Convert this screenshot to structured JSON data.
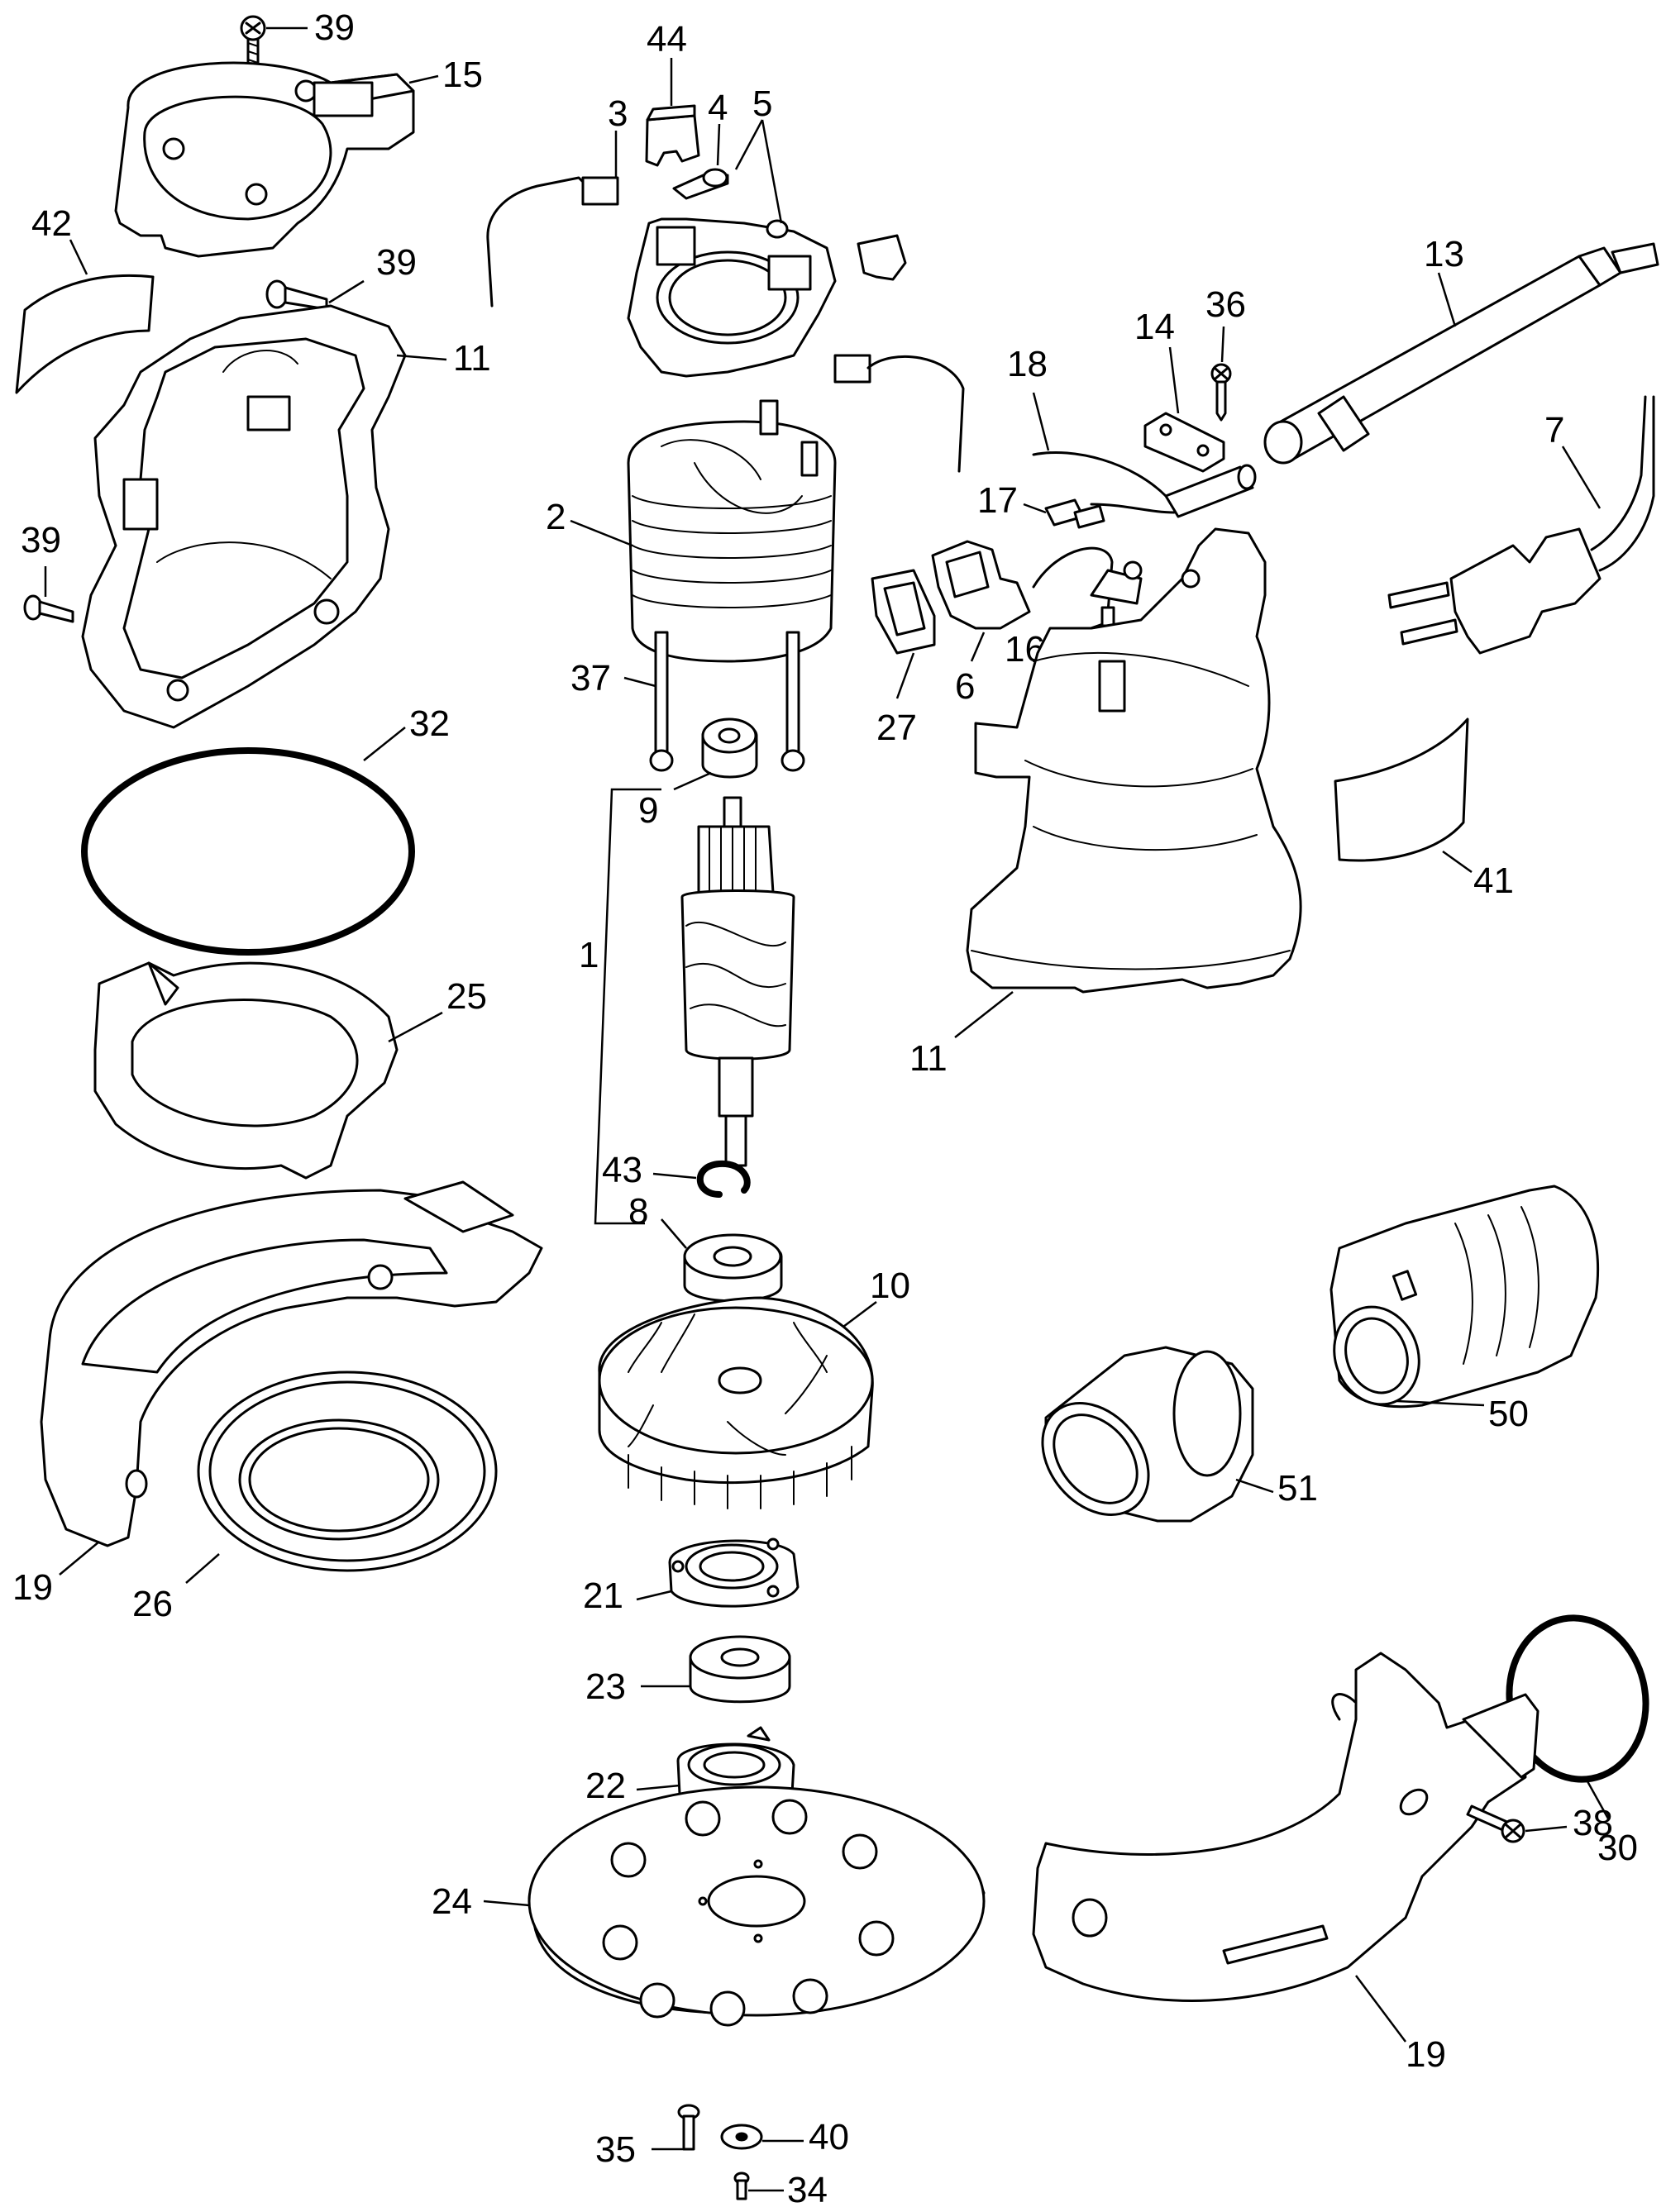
{
  "callouts": {
    "c1": "1",
    "c2": "2",
    "c3": "3",
    "c4": "4",
    "c5": "5",
    "c6": "6",
    "c7": "7",
    "c8": "8",
    "c9": "9",
    "c10": "10",
    "c11a": "11",
    "c11b": "11",
    "c13": "13",
    "c14": "14",
    "c15": "15",
    "c16": "16",
    "c17": "17",
    "c18": "18",
    "c19a": "19",
    "c19b": "19",
    "c21": "21",
    "c22": "22",
    "c23": "23",
    "c24": "24",
    "c25": "25",
    "c26": "26",
    "c27": "27",
    "c30": "30",
    "c32": "32",
    "c34": "34",
    "c35": "35",
    "c36": "36",
    "c37": "37",
    "c38": "38",
    "c39a": "39",
    "c39b": "39",
    "c39c": "39",
    "c40": "40",
    "c41": "41",
    "c42": "42",
    "c43": "43",
    "c44": "44",
    "c50": "50",
    "c51": "51"
  }
}
